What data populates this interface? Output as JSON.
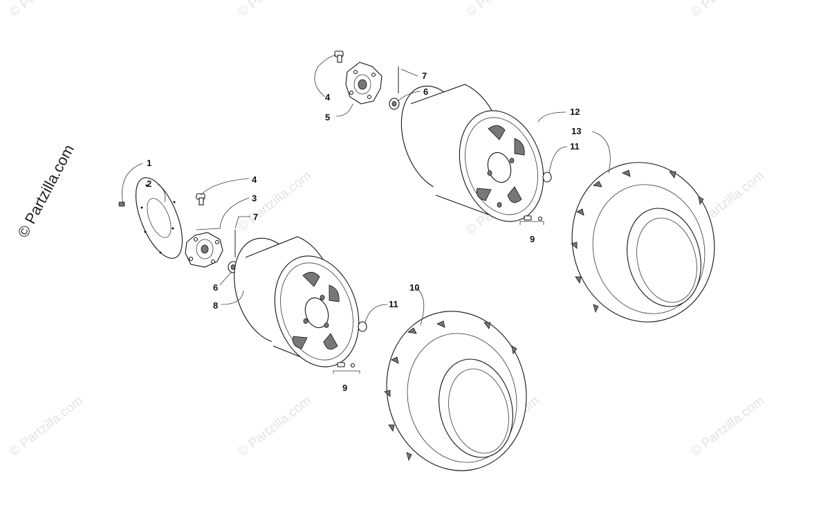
{
  "watermark": {
    "text": "© Partzilla.com",
    "side_text": "© Partzilla.com"
  },
  "callouts": {
    "c1": "1",
    "c2": "2",
    "c3": "3",
    "c4a": "4",
    "c4b": "4",
    "c5": "5",
    "c6a": "6",
    "c6b": "6",
    "c7a": "7",
    "c7b": "7",
    "c8": "8",
    "c9a": "9",
    "c9b": "9",
    "c10": "10",
    "c11a": "11",
    "c11b": "11",
    "c12": "12",
    "c13": "13"
  }
}
